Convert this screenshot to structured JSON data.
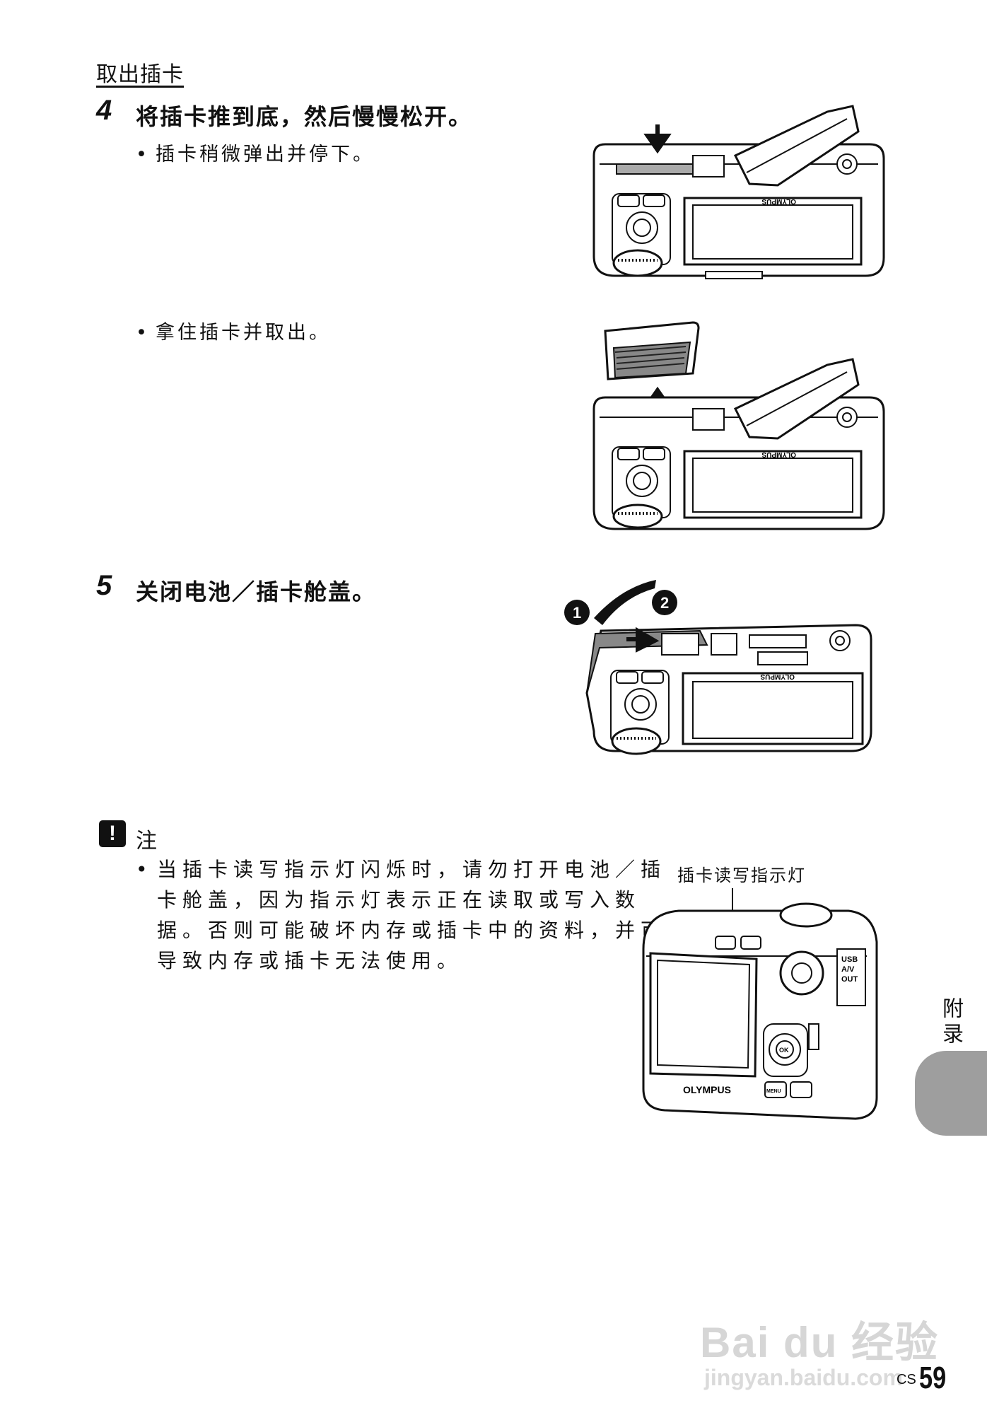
{
  "section": {
    "heading": "取出插卡"
  },
  "step4": {
    "number": "4",
    "text": "将插卡推到底，然后慢慢松开。",
    "bullet1": "插卡稍微弹出并停下。",
    "bullet2": "拿住插卡并取出。"
  },
  "step5": {
    "number": "5",
    "text": "关闭电池／插卡舱盖。",
    "marker1": "1",
    "marker2": "2"
  },
  "note": {
    "icon": "!",
    "title": "注",
    "lines": [
      "当插卡读写指示灯闪烁时，请勿打开电池／插",
      "卡舱盖，因为指示灯表示正在读取或写入数",
      "据。否则可能破坏内存或插卡中的资料，并可",
      "导致内存或插卡无法使用。"
    ],
    "callout_label": "插卡读写指示灯"
  },
  "camera": {
    "brand": "OLYMPUS",
    "ok": "OK",
    "menu": "MENU",
    "usb": "USB",
    "av": "A/V",
    "out": "OUT"
  },
  "side_tab": {
    "label": "附录"
  },
  "footer": {
    "lang": "CS",
    "page": "59"
  },
  "watermark": {
    "brand": "Bai du 经验",
    "url": "jingyan.baidu.com"
  }
}
